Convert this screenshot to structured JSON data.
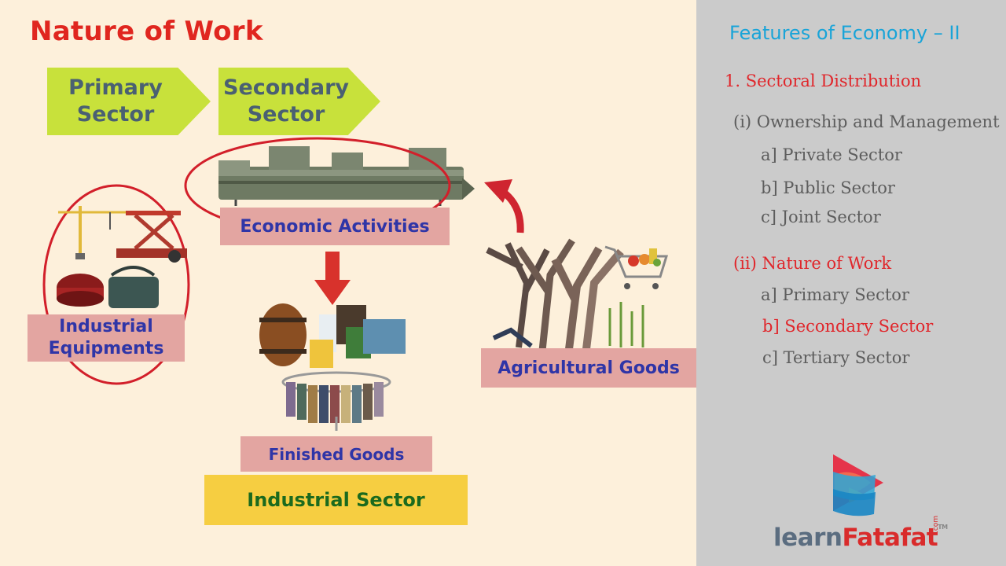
{
  "slide": {
    "title": "Nature of Work",
    "chevrons": {
      "primary": "Primary\nSector",
      "secondary": "Secondary\nSector"
    },
    "labels": {
      "economic_activities": "Economic Activities",
      "industrial_equipments": "Industrial\nEquipments",
      "agricultural_goods": "Agricultural Goods",
      "finished_goods": "Finished Goods",
      "industrial_sector": "Industrial Sector"
    }
  },
  "sidebar": {
    "title": "Features of Economy – II",
    "items": [
      {
        "text": "1. Sectoral Distribution",
        "highlight": true
      },
      {
        "text": "(i) Ownership and Management",
        "highlight": false
      },
      {
        "text": "a] Private Sector",
        "highlight": false
      },
      {
        "text": "b] Public Sector",
        "highlight": false
      },
      {
        "text": "c] Joint Sector",
        "highlight": false
      },
      {
        "text": "(ii) Nature of Work",
        "highlight": true
      },
      {
        "text": "a] Primary Sector",
        "highlight": false
      },
      {
        "text": "b] Secondary Sector",
        "highlight": true
      },
      {
        "text": "c] Tertiary Sector",
        "highlight": false
      }
    ]
  },
  "brand": {
    "part1": "learn",
    "part2": "Fatafat",
    "tm": "TM",
    "com": ".com"
  },
  "colors": {
    "background": "#fdf0db",
    "title_red": "#e0261f",
    "chevron": "#c8e13b",
    "label_pink": "#e3a5a1",
    "label_text": "#2f35a7",
    "sector_yellow": "#f6ce41",
    "sidebar_bg": "#cbcbcb",
    "sidebar_title": "#19a4d8"
  }
}
